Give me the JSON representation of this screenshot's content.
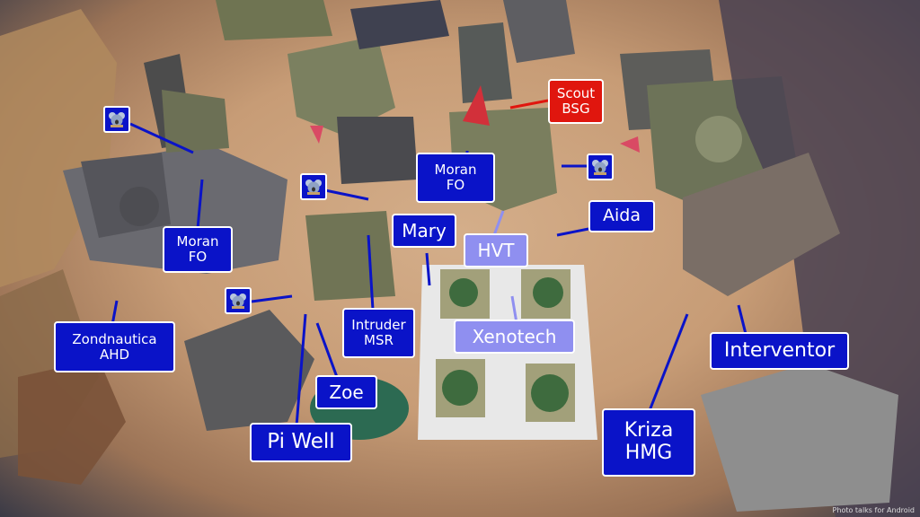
{
  "labels": {
    "scout_bsg": "Scout\nBSG",
    "moran_fo_center": "Moran\nFO",
    "moran_fo_left": "Moran\nFO",
    "aida": "Aida",
    "mary": "Mary",
    "hvt": "HVT",
    "intruder_msr": "Intruder\nMSR",
    "xenotech": "Xenotech",
    "zondnautica_ahd": "Zondnautica\nAHD",
    "zoe": "Zoe",
    "pi_well": "Pi Well",
    "kriza_hmg": "Kriza\nHMG",
    "interventor": "Interventor"
  },
  "icons": {
    "koala": "koala-icon"
  },
  "colors": {
    "enemy": "#e0160e",
    "friendly": "#0a13c8",
    "objective": "#8f8ff0"
  },
  "watermark": "Photo talks for Android"
}
